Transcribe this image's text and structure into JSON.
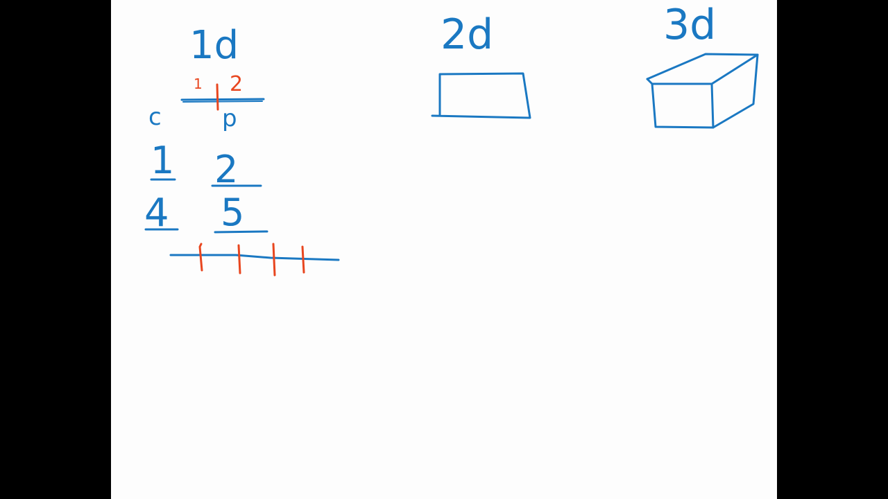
{
  "colors": {
    "ink_blue": "#1a78c2",
    "ink_red": "#e8461f",
    "paper": "#fdfdfd",
    "letterbox": "#000000"
  },
  "labels": {
    "one_d": "1d",
    "two_d": "2d",
    "three_d": "3d"
  },
  "one_d_sketch": {
    "tick_left_label": "1",
    "tick_right_label": "2",
    "below_left_label": "c",
    "below_right_label": "p",
    "fraction_a": {
      "numerator": "1",
      "denominator": "4"
    },
    "fraction_b": {
      "numerator": "2",
      "denominator": "5"
    },
    "number_line_tick_count": 4
  }
}
